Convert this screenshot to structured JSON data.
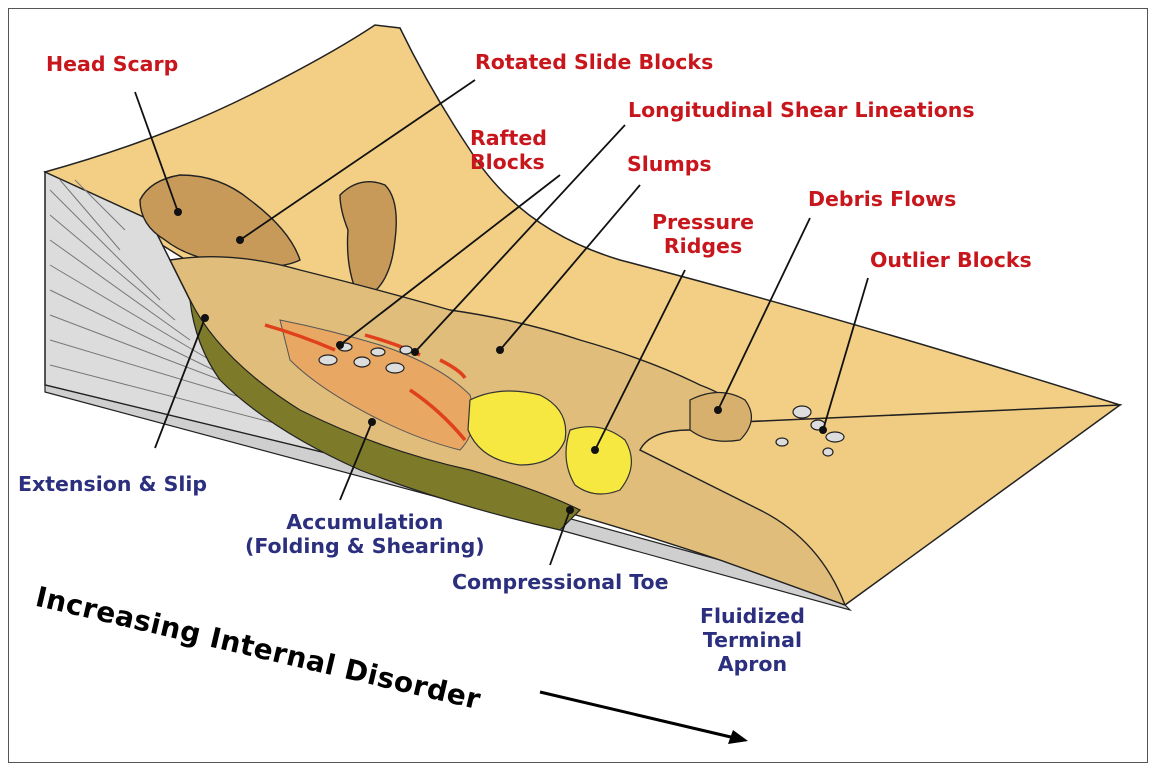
{
  "labels": {
    "head_scarp": "Head Scarp",
    "rotated_slide_blocks": "Rotated Slide Blocks",
    "longitudinal_shear": "Longitudinal Shear Lineations",
    "rafted_blocks": "Rafted\nBlocks",
    "slumps": "Slumps",
    "pressure_ridges": "Pressure\nRidges",
    "debris_flows": "Debris Flows",
    "outlier_blocks": "Outlier Blocks",
    "extension_slip": "Extension & Slip",
    "accumulation": "Accumulation\n(Folding & Shearing)",
    "compressional_toe": "Compressional Toe",
    "fluidized_apron": "Fluidized\nTerminal\nApron"
  },
  "arrow_label": "Increasing Internal Disorder",
  "colors": {
    "red_labels": "#c8161d",
    "blue_labels": "#2b2f7e",
    "surface": "#f3cf86",
    "slide_body": "#e0bd7a",
    "accumulation": "#7d7a2a",
    "pressure_ridge": "#f6e840",
    "shear_lines": "#e0401c"
  }
}
